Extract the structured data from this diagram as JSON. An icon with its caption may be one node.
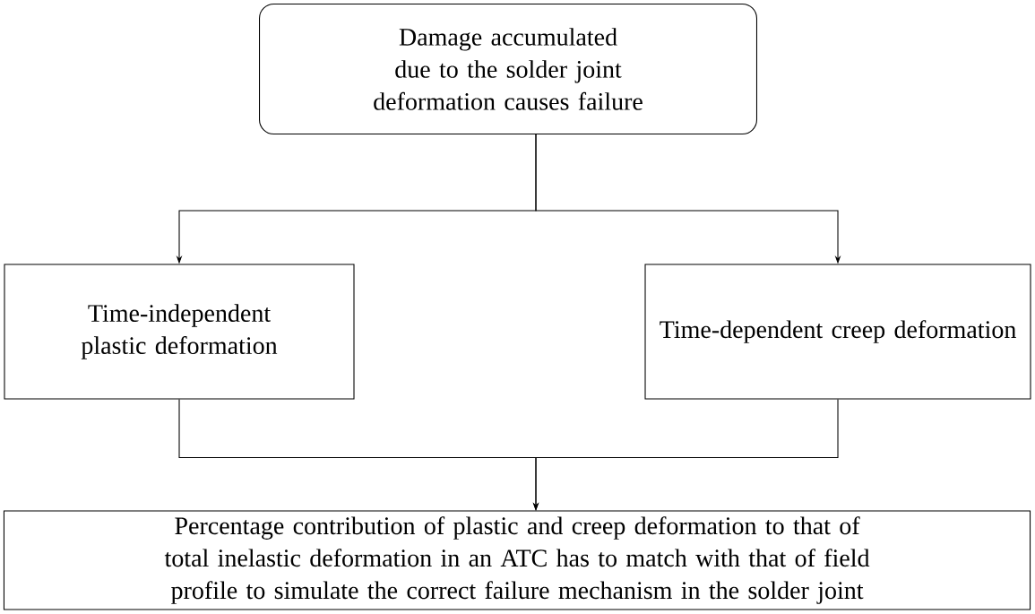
{
  "diagram": {
    "nodes": [
      {
        "text": [
          "Damage accumulated due to the solder joint deformation causes failure"
        ]
      },
      {
        "text": [
          "Time-independent plastic deformation"
        ]
      },
      {
        "text": [
          "Time-dependent creep deformation"
        ]
      },
      {
        "text": [
          "Percentage contribution of plastic and creep deformation to that of total inelastic deformation in an ATC has to match with that of field profile to simulate the correct failure mechanism in the solder joint"
        ]
      }
    ],
    "edges": [
      {
        "from": 0,
        "to": 1,
        "arrow": "to"
      },
      {
        "from": 0,
        "to": 2,
        "arrow": "to"
      },
      {
        "from": 1,
        "to": 3,
        "arrow": "to"
      },
      {
        "from": 2,
        "to": 3,
        "arrow": "to"
      }
    ]
  }
}
